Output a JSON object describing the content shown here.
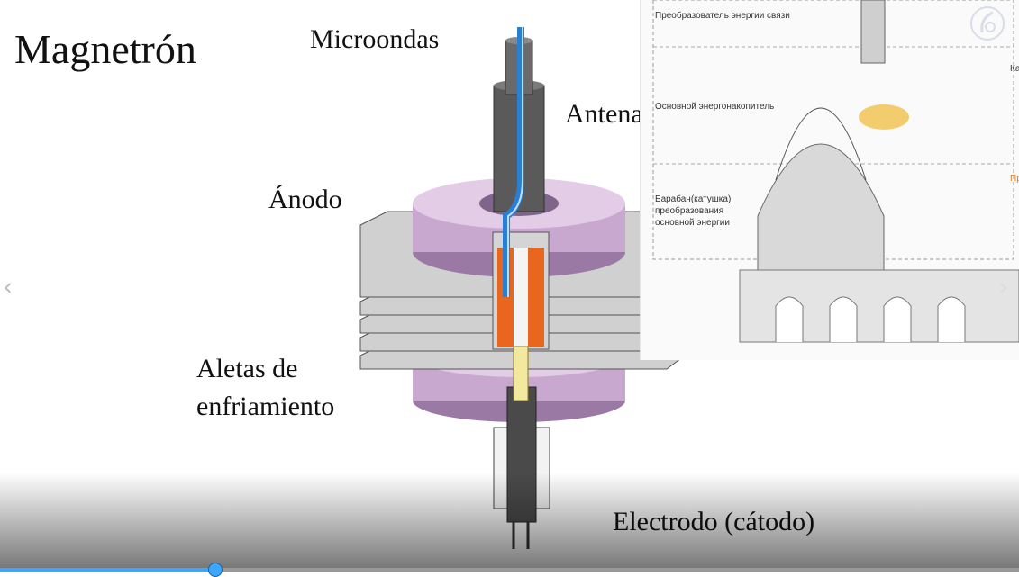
{
  "slide": {
    "title": "Magnetrón",
    "labels": {
      "microondas": "Microondas",
      "antena": "Antena",
      "anodo": "Ánodo",
      "aletas_line1": "Aletas de",
      "aletas_line2": "enfriamiento",
      "electrodo": "Electrodo (cátodo)"
    }
  },
  "overlay": {
    "labels": [
      "Преобразователь энергии связи",
      "Основной энергонакопитель",
      "Барабан(катушка)",
      "преобразования",
      "основной энергии"
    ],
    "side_labels": [
      "Ка",
      "Пр"
    ]
  },
  "player": {
    "progress": 0.21,
    "accent_color": "#3ea6ff",
    "nav_prev_icon": "chevron-left-icon",
    "nav_next_icon": "chevron-right-icon",
    "logo_icon": "channel-logo-icon"
  }
}
